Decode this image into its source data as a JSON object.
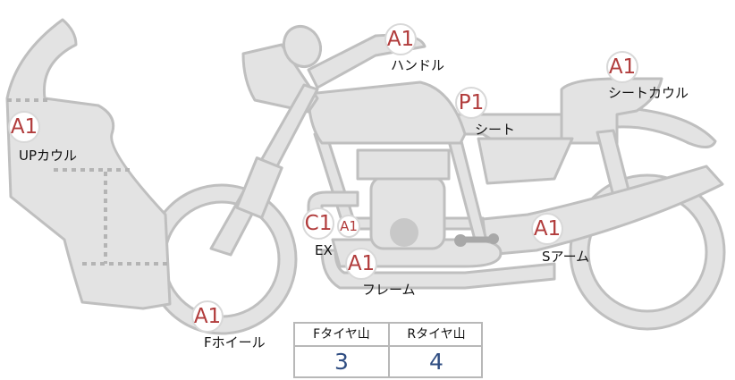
{
  "badges": {
    "handle": "A1",
    "seat_cowl": "A1",
    "seat": "P1",
    "up_cowl": "A1",
    "ex": "C1",
    "ex_small": "A1",
    "frame": "A1",
    "s_arm": "A1",
    "f_wheel": "A1"
  },
  "labels": {
    "handle": "ハンドル",
    "seat_cowl": "シートカウル",
    "seat": "シート",
    "up_cowl": "UPカウル",
    "ex": "EX",
    "frame": "フレーム",
    "s_arm": "Sアーム",
    "f_wheel": "Fホイール"
  },
  "tire_table": {
    "front_header": "Fタイヤ山",
    "rear_header": "Rタイヤ山",
    "front_value": "3",
    "rear_value": "4"
  },
  "colors": {
    "part_fill": "#e3e3e3",
    "part_outline": "#bfbfbf",
    "badge_text": "#b13c3c",
    "value_text": "#2f4d82"
  }
}
